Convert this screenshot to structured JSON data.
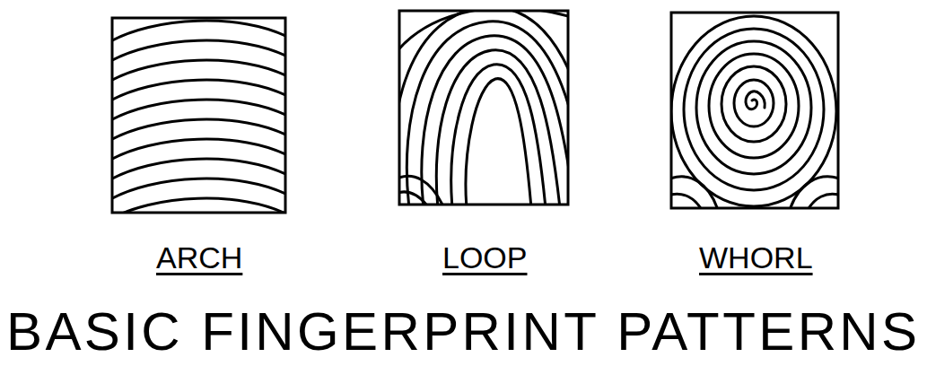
{
  "diagram": {
    "title": "BASIC FINGERPRINT PATTERNS",
    "labels": [
      "ARCH",
      "LOOP",
      "WHORL"
    ]
  }
}
